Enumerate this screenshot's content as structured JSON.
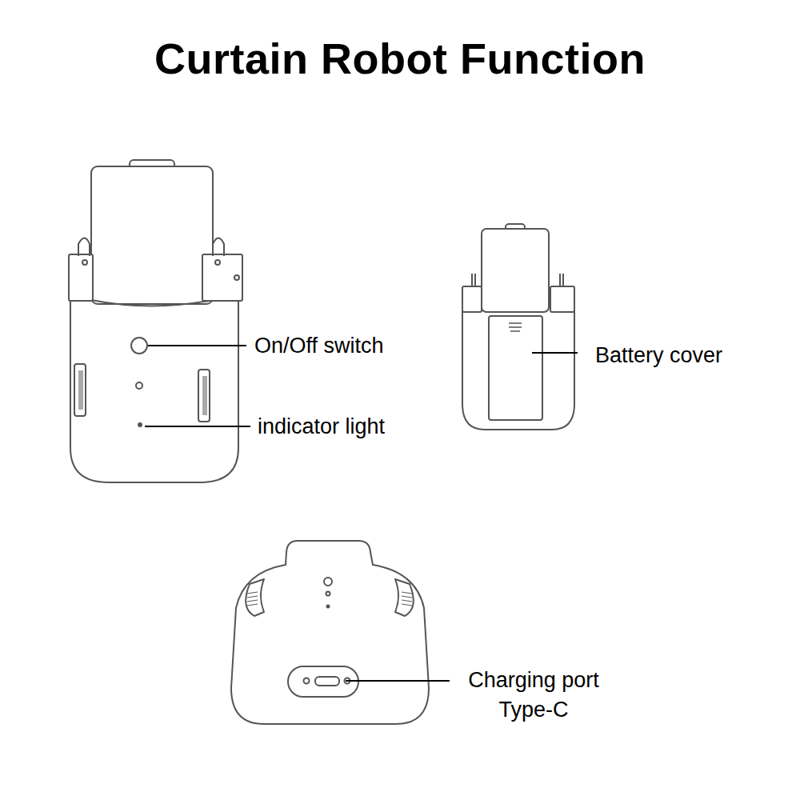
{
  "diagram": {
    "title": "Curtain Robot Function",
    "labels": [
      "On/Off switch",
      "indicator light",
      "Battery cover",
      "Charging port Type-C"
    ]
  }
}
